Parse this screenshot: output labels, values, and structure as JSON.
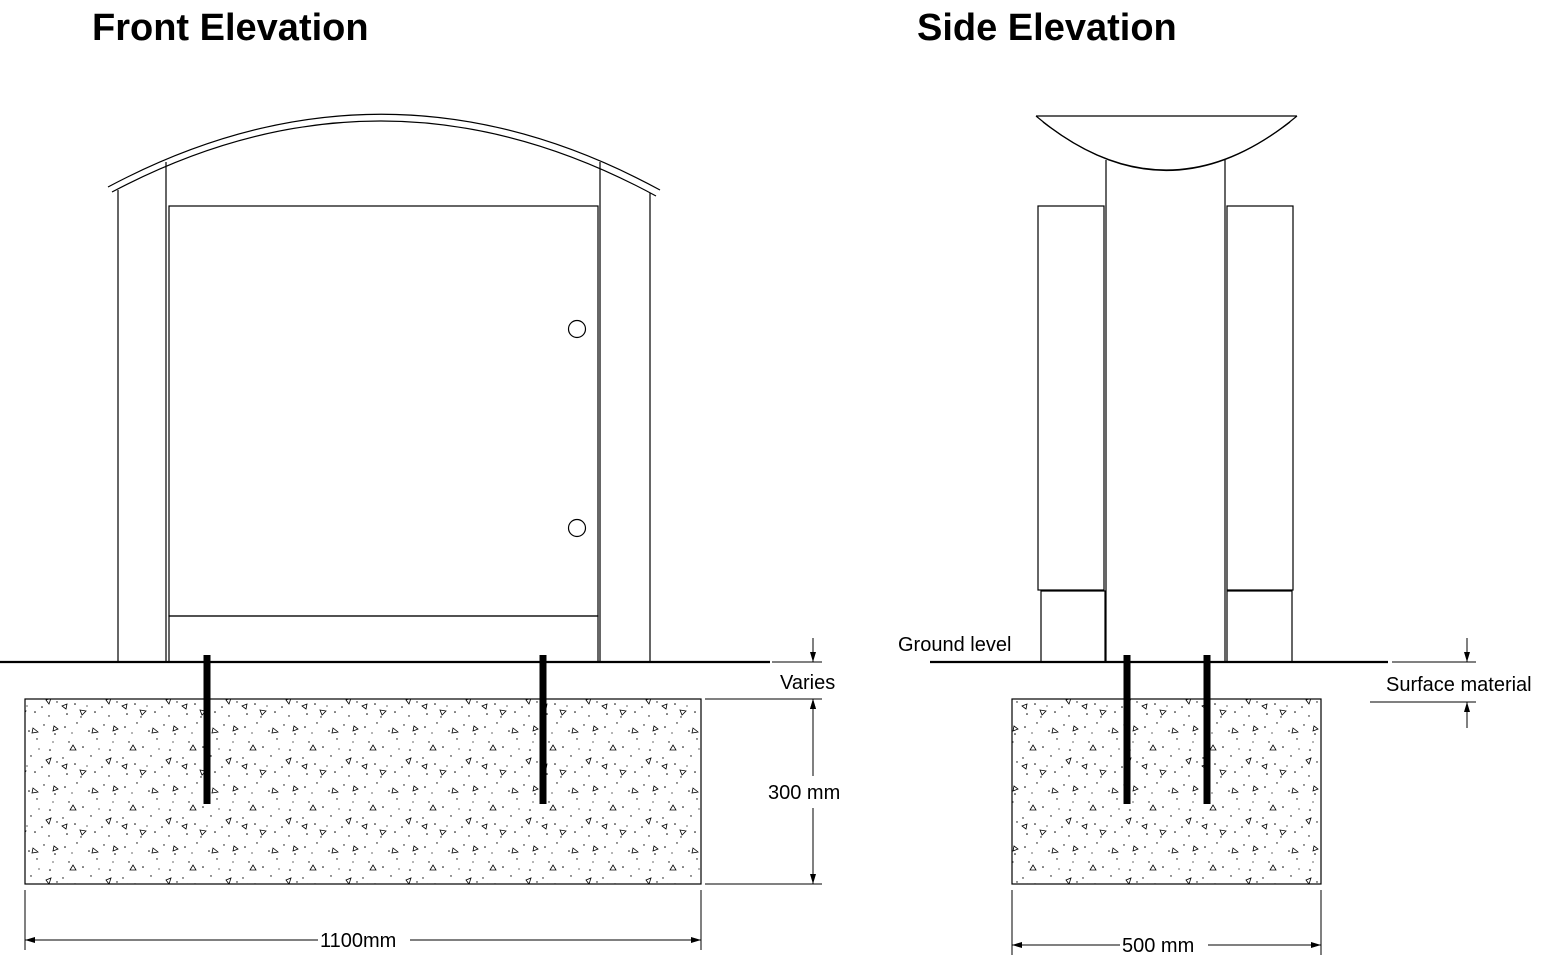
{
  "front": {
    "title": "Front Elevation",
    "dim_height": "300 mm",
    "dim_width": "1100mm",
    "dim_varies": "Varies"
  },
  "side": {
    "title": "Side Elevation",
    "ground_label": "Ground level",
    "surface_label": "Surface material",
    "dim_width": "500 mm"
  }
}
